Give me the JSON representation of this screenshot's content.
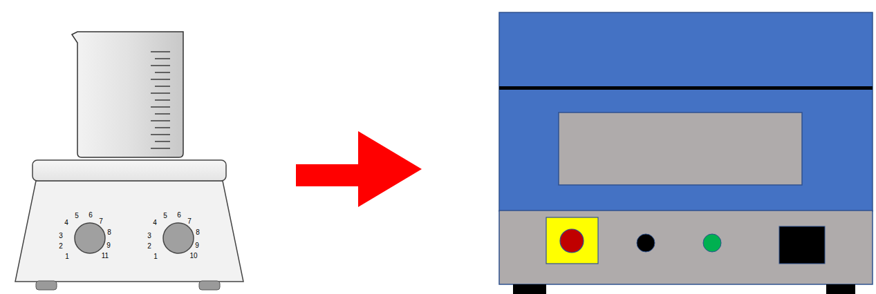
{
  "diagram": {
    "labels": [
      "4",
      "5",
      "6",
      "7",
      "3",
      "8",
      "2",
      "9",
      "1",
      "11",
      "4",
      "5",
      "6",
      "7",
      "3",
      "8",
      "2",
      "9",
      "1",
      "10"
    ]
  }
}
